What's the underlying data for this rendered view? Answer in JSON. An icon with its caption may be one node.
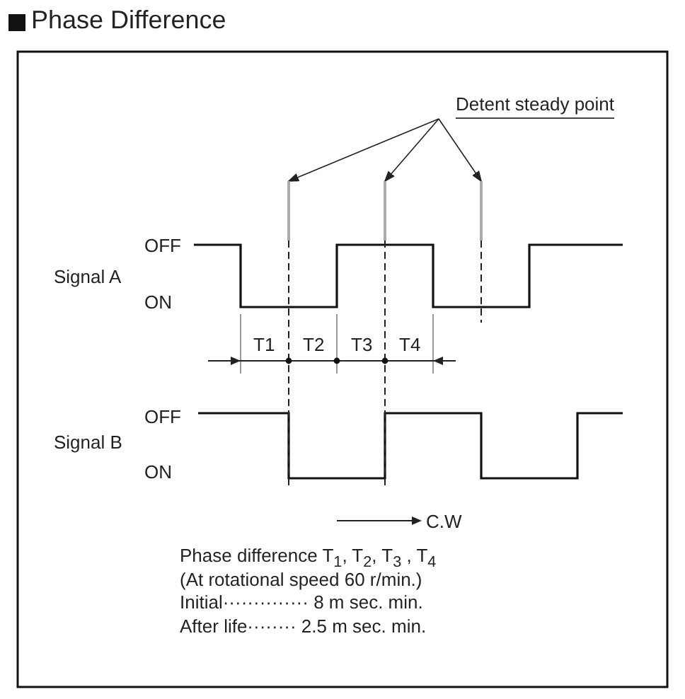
{
  "diagram": {
    "title": "Phase Difference",
    "nodes": [
      {
        "text": [
          "Detent steady point"
        ]
      },
      {
        "text": [],
        "shape": "line"
      },
      {
        "text": [],
        "shape": "line"
      },
      {
        "text": [],
        "shape": "line"
      }
    ],
    "edges": [
      {
        "from": 0,
        "to": 1,
        "arrow": "to"
      },
      {
        "from": 0,
        "to": 2,
        "arrow": "to"
      },
      {
        "from": 0,
        "to": 3,
        "arrow": "to"
      }
    ],
    "labels": [
      "Signal A",
      "OFF",
      "ON",
      "T1",
      "T2",
      "T3",
      "T4",
      "Signal B",
      "OFF",
      "ON",
      "C.W",
      "Phase difference T$_{1}$, T$_{2}$, T$_{3}$ , T$_{4}$",
      "(At rotational speed 60 r/min.)",
      "Initial·············· 8 m sec. min.",
      "After life········ 2.5 m sec. min."
    ]
  }
}
